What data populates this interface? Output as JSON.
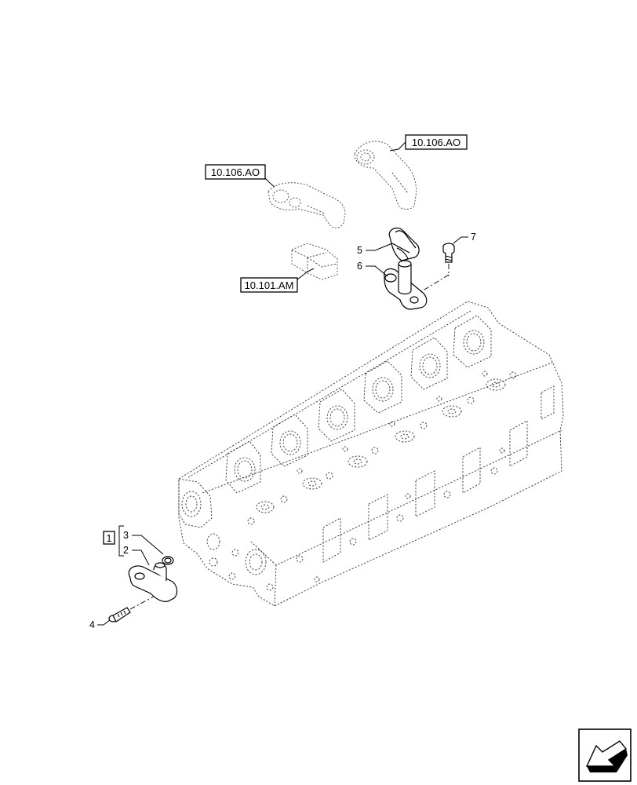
{
  "references": {
    "rocker_arm_right": "10.106.AO",
    "rocker_arm_left": "10.106.AO",
    "valve_bridge": "10.101.AM"
  },
  "callouts": {
    "item_1": "1",
    "item_2": "2",
    "item_3": "3",
    "item_4": "4",
    "item_5": "5",
    "item_6": "6",
    "item_7": "7"
  },
  "icons": {
    "navigation": "next-page-arrow-icon"
  },
  "colors": {
    "line": "#000000",
    "background": "#ffffff"
  }
}
